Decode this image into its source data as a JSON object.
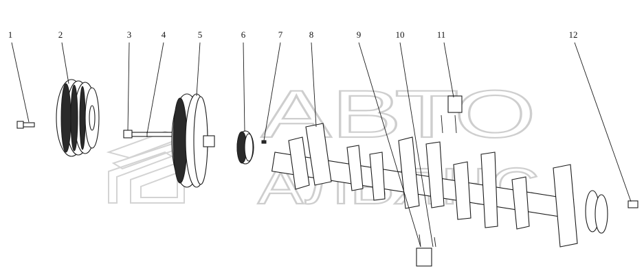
{
  "watermark": {
    "line1": "АВТО",
    "line2": "АЛЬЯНС"
  },
  "callouts": [
    {
      "id": "1",
      "text": "1"
    },
    {
      "id": "2",
      "text": "2"
    },
    {
      "id": "3",
      "text": "3"
    },
    {
      "id": "4",
      "text": "4"
    },
    {
      "id": "5",
      "text": "5"
    },
    {
      "id": "6",
      "text": "6"
    },
    {
      "id": "7",
      "text": "7"
    },
    {
      "id": "8",
      "text": "8"
    },
    {
      "id": "9",
      "text": "9"
    },
    {
      "id": "10",
      "text": "10"
    },
    {
      "id": "11",
      "text": "11"
    },
    {
      "id": "12",
      "text": "12"
    }
  ],
  "colors": {
    "line": "#1a1a1a",
    "watermark": "#c9c9c9",
    "background": "#ffffff"
  }
}
